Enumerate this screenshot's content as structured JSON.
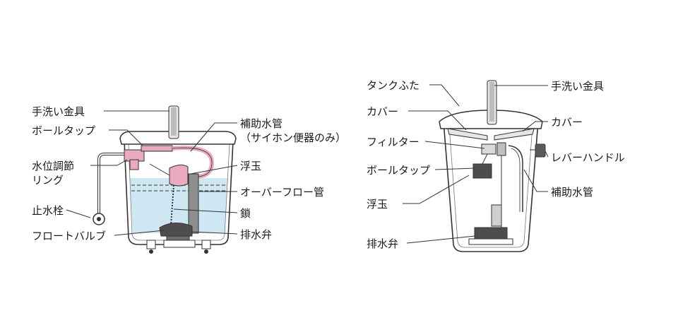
{
  "left_diagram": {
    "labels": {
      "hand_wash_fitting": "手洗い金具",
      "ball_tap": "ボールタップ",
      "water_level_ring_line1": "水位調節",
      "water_level_ring_line2": "リング",
      "stop_valve": "止水栓",
      "float_valve": "フロートバルブ",
      "aux_pipe_line1": "補助水管",
      "aux_pipe_line2": "（サイホン便器のみ）",
      "float_ball": "浮玉",
      "overflow_pipe": "オーバーフロー管",
      "chain": "鎖",
      "drain_valve": "排水弁"
    }
  },
  "right_diagram": {
    "labels": {
      "tank_lid": "タンクふた",
      "cover_left": "カバー",
      "filter": "フィルター",
      "ball_tap": "ボールタップ",
      "float_ball": "浮玉",
      "drain_valve": "排水弁",
      "hand_wash_fitting": "手洗い金具",
      "cover_right": "カバー",
      "lever_handle": "レバーハンドル",
      "aux_pipe": "補助水管"
    }
  },
  "colors": {
    "water": "#cfe6f3",
    "highlight_pipe": "#e9a9be",
    "tank_outline": "#333333",
    "float_fill": "#5a5a5a"
  }
}
